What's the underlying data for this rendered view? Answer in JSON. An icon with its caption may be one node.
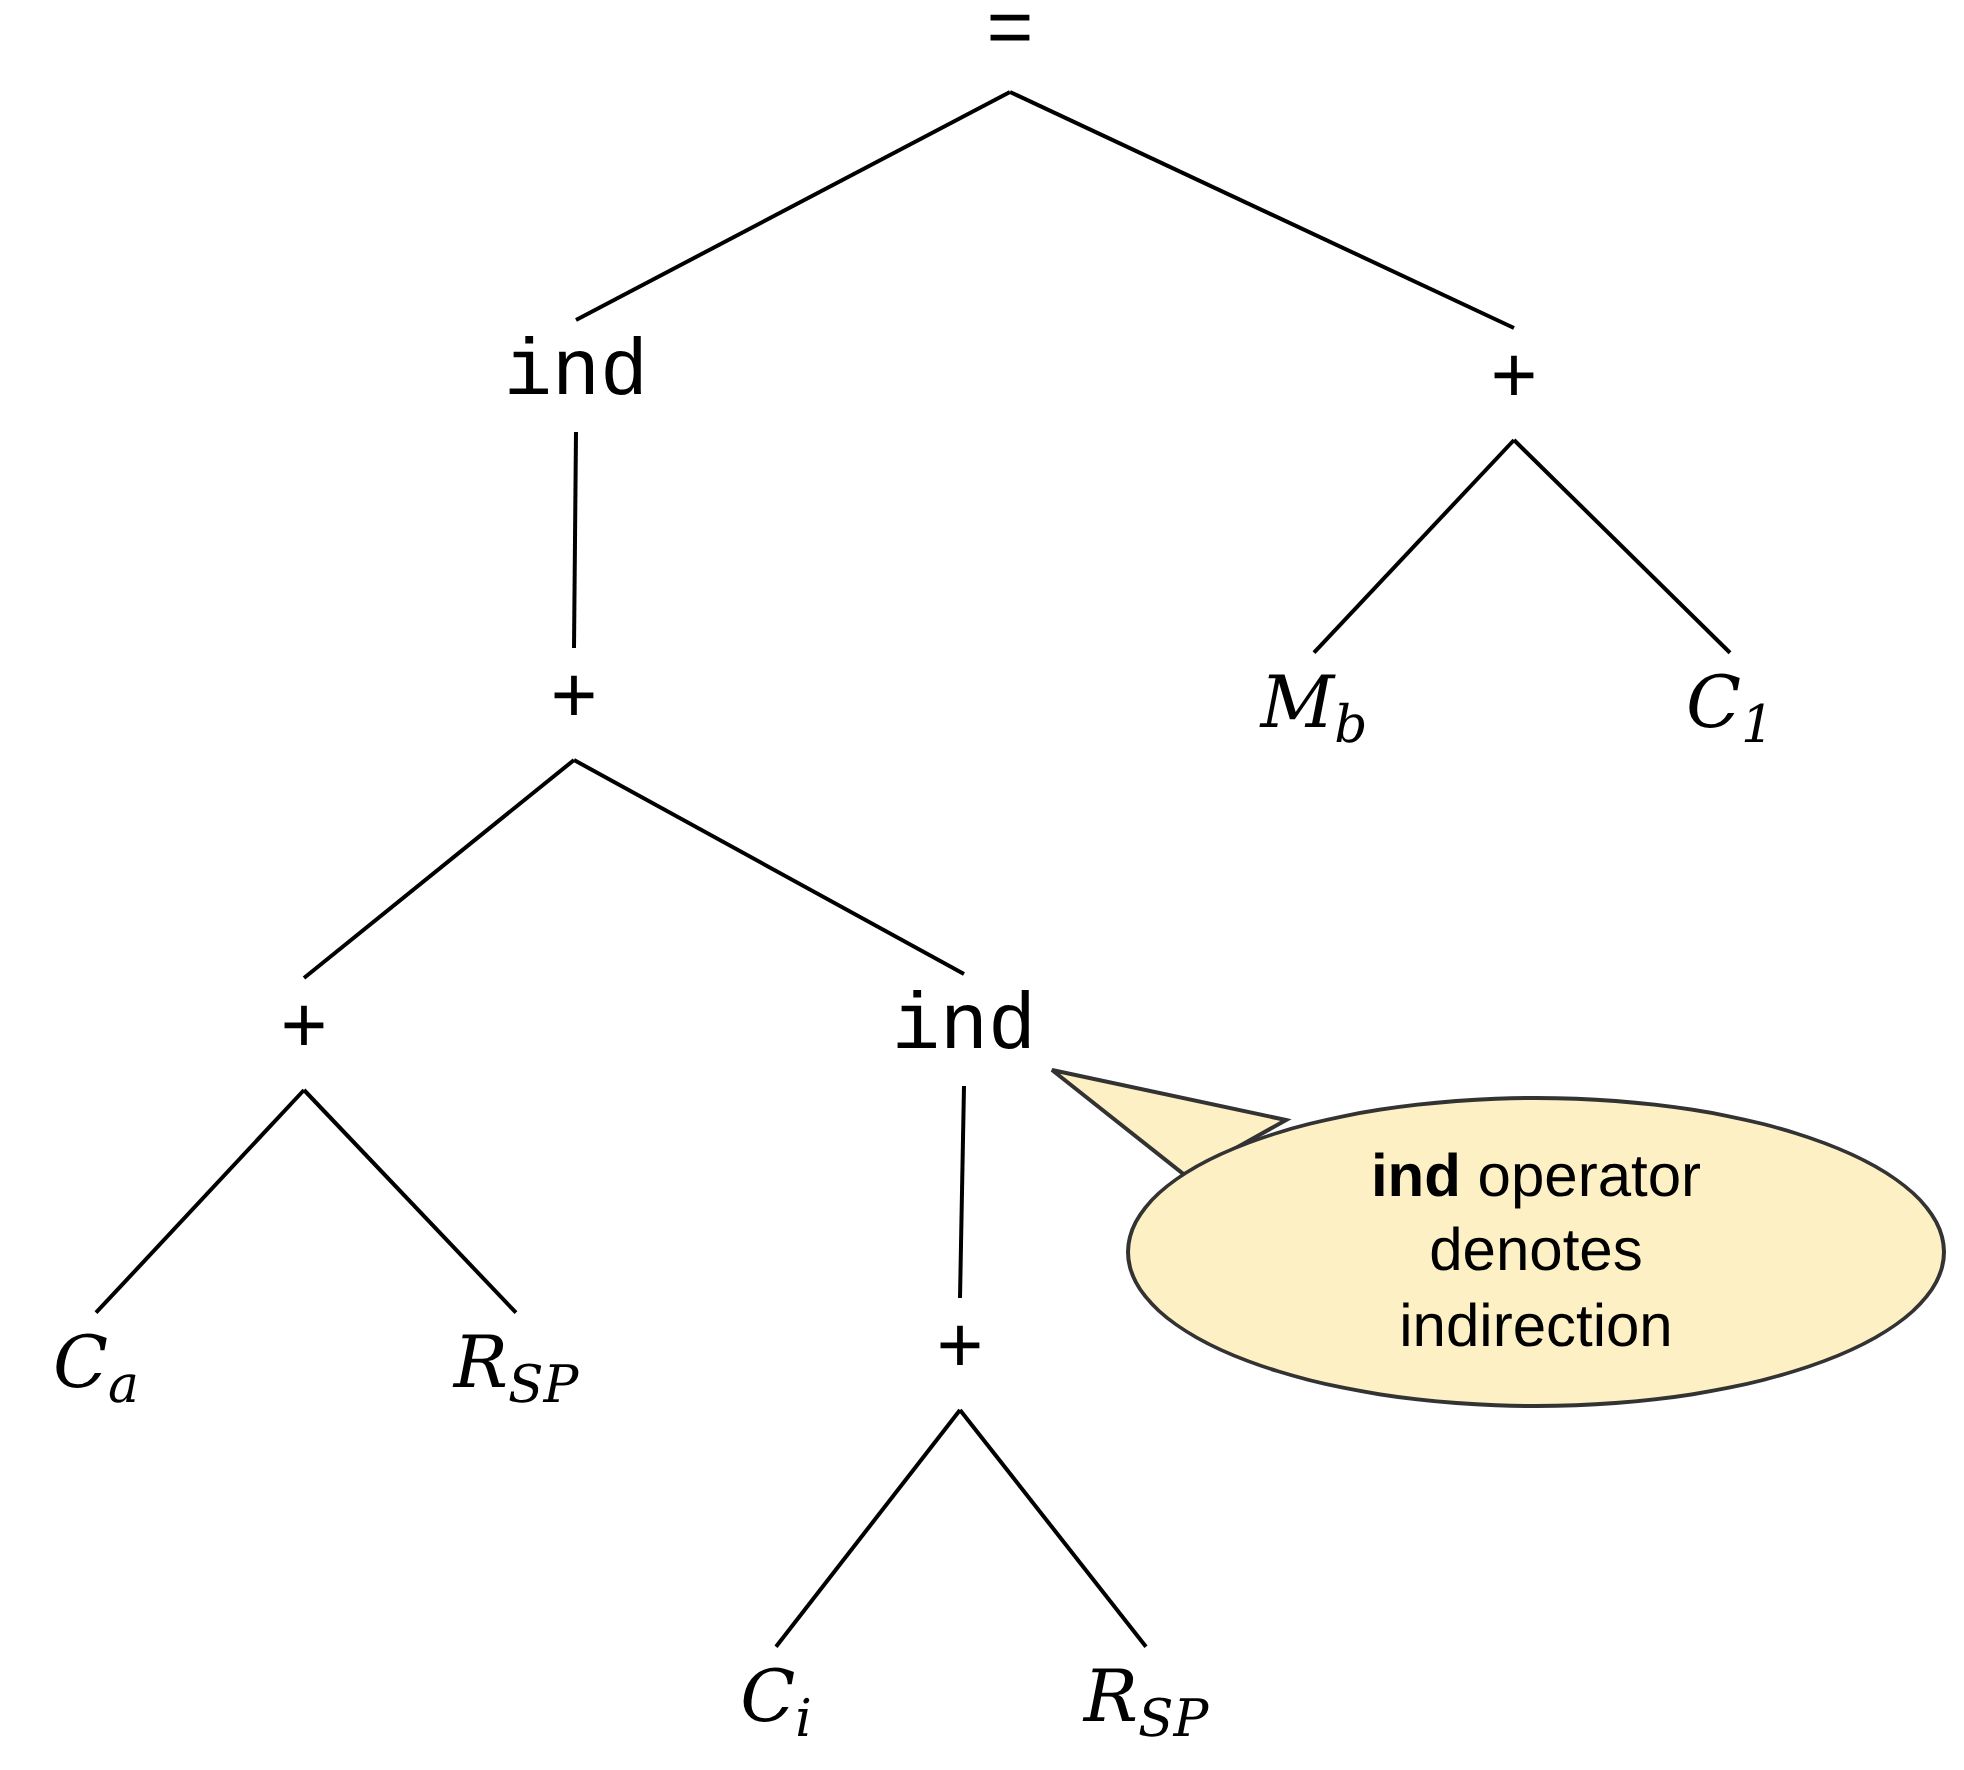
{
  "diagram": {
    "nodes": [
      {
        "text": [
          "="
        ]
      },
      {
        "text": [
          "ind"
        ]
      },
      {
        "text": [
          "+"
        ]
      },
      {
        "text": [
          "+"
        ]
      },
      {
        "text": [
          "M$_{b}$"
        ]
      },
      {
        "text": [
          "C$_{1}$"
        ]
      },
      {
        "text": [
          "+"
        ]
      },
      {
        "text": [
          "ind"
        ]
      },
      {
        "text": [
          "C$_{a}$"
        ]
      },
      {
        "text": [
          "R$_{SP}$"
        ]
      },
      {
        "text": [
          "+"
        ]
      },
      {
        "text": [
          "C$_{i}$"
        ]
      },
      {
        "text": [
          "R$_{SP}$"
        ]
      },
      {
        "text": [
          "**ind** operator denotes indirection"
        ]
      }
    ],
    "edges": [
      {
        "from": 0,
        "to": 1,
        "arrow": "none"
      },
      {
        "from": 0,
        "to": 2,
        "arrow": "none"
      },
      {
        "from": 1,
        "to": 3,
        "arrow": "none"
      },
      {
        "from": 2,
        "to": 4,
        "arrow": "none"
      },
      {
        "from": 2,
        "to": 5,
        "arrow": "none"
      },
      {
        "from": 3,
        "to": 6,
        "arrow": "none"
      },
      {
        "from": 3,
        "to": 7,
        "arrow": "none"
      },
      {
        "from": 6,
        "to": 8,
        "arrow": "none"
      },
      {
        "from": 6,
        "to": 9,
        "arrow": "none"
      },
      {
        "from": 7,
        "to": 10,
        "arrow": "none"
      },
      {
        "from": 10,
        "to": 11,
        "arrow": "none"
      },
      {
        "from": 10,
        "to": 12,
        "arrow": "none"
      },
      {
        "from": 13,
        "to": 7,
        "arrow": "none"
      }
    ]
  }
}
